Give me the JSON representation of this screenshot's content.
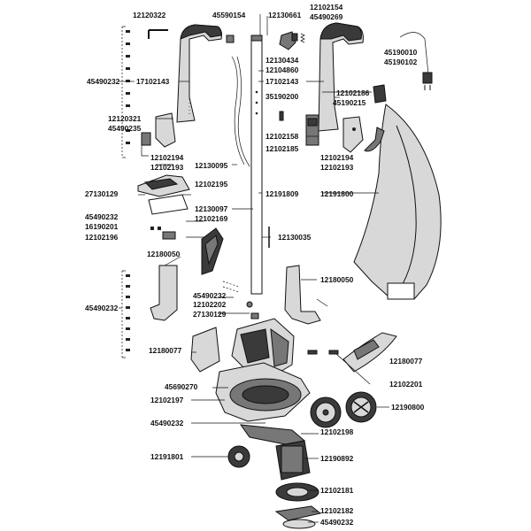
{
  "part_numbers": [
    "12120322",
    "45590154",
    "12130661",
    "12102154",
    "45490269",
    "45490232",
    "17102143",
    "12130434",
    "12104860",
    "17102143",
    "45190010",
    "45190102",
    "12102186",
    "45190215",
    "35190200",
    "12120321",
    "45490235",
    "12102158",
    "12102185",
    "12102194",
    "12102193",
    "12102194",
    "12102193",
    "12130095",
    "12102195",
    "27130129",
    "12191809",
    "12191800",
    "12130097",
    "45490232",
    "12102169",
    "16190201",
    "12102196",
    "12130035",
    "12180050",
    "12180050",
    "45490232",
    "45490232",
    "12102202",
    "27130129",
    "12180077",
    "12180077",
    "45690270",
    "12102201",
    "12102197",
    "12190800",
    "45490232",
    "12102198",
    "12191801",
    "12190892",
    "12102181",
    "12102182",
    "45490232"
  ]
}
